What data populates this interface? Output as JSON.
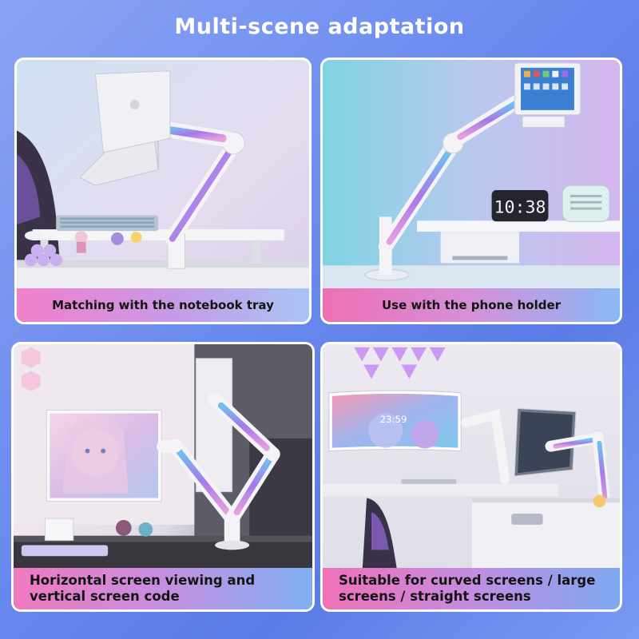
{
  "title": "Multi-scene adaptation",
  "scenes": [
    {
      "caption": "Matching with the notebook tray",
      "logo_glyph": ""
    },
    {
      "caption": "Use with the phone holder",
      "clock_time": "10:38"
    },
    {
      "caption": "Horizontal screen viewing and vertical screen code"
    },
    {
      "caption": "Suitable for curved screens / large screens / straight screens",
      "screen_time": "23:59"
    }
  ],
  "colors": {
    "background": "#6d8cef",
    "title_text": "#ffffff",
    "caption_pink": "#f27fcc",
    "caption_blue": "#a9c4f5",
    "arm_white": "#f4f4f6",
    "arm_glow_purple": "#a679e8",
    "arm_glow_blue": "#6ec2ee"
  }
}
